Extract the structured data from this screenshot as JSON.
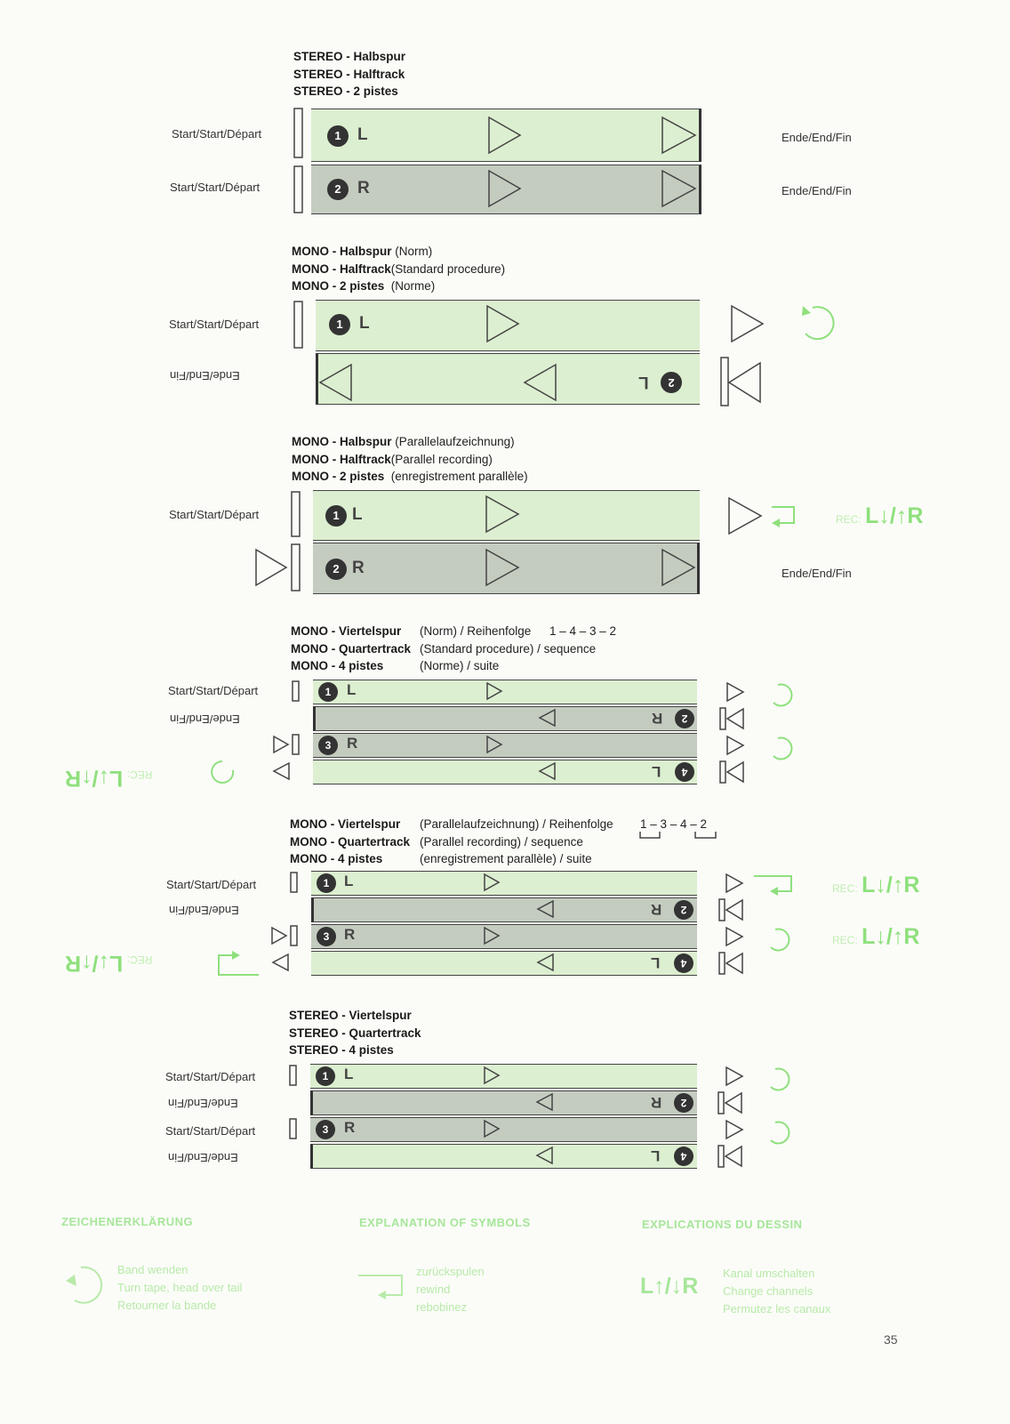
{
  "diagram1": {
    "line1_bold": "STEREO - Halbspur",
    "line2_bold": "STEREO - Halftrack",
    "line3_bold": "STEREO - 2 pistes",
    "start1": "Start/Start/Départ",
    "start2": "Start/Start/Départ",
    "end1": "Ende/End/Fin",
    "end2": "Ende/End/Fin",
    "n1": "1",
    "c1": "L",
    "n2": "2",
    "c2": "R"
  },
  "diagram2": {
    "line1_bold": "MONO - Halbspur",
    "line1_rest": "(Norm)",
    "line2_bold": "MONO - Halftrack",
    "line2_rest": "(Standard procedure)",
    "line3_bold": "MONO - 2 pistes",
    "line3_rest": "(Norme)",
    "start1": "Start/Start/Départ",
    "end2": "Ende/End/Fin",
    "n1": "1",
    "c1": "L",
    "n2": "2",
    "c2": "L"
  },
  "diagram3": {
    "line1_bold": "MONO - Halbspur",
    "line1_rest": "(Parallelaufzeichnung)",
    "line2_bold": "MONO - Halftrack",
    "line2_rest": "(Parallel recording)",
    "line3_bold": "MONO - 2 pistes",
    "line3_rest": "(enregistrement parallèle)",
    "start1": "Start/Start/Départ",
    "end2": "Ende/End/Fin",
    "n1": "1",
    "c1": "L",
    "n2": "2",
    "c2": "R",
    "rec_small": "REC:",
    "rec_big": "L↓/↑R"
  },
  "diagram4": {
    "line1_bold": "MONO - Viertelspur",
    "line1_rest": "(Norm) / Reihenfolge",
    "seq": "1 – 4 – 3 – 2",
    "line2_bold": "MONO - Quartertrack",
    "line2_rest": "(Standard procedure) / sequence",
    "line3_bold": "MONO - 4 pistes",
    "line3_rest": "(Norme) / suite",
    "start1": "Start/Start/Départ",
    "end2": "Ende/End/Fin",
    "n1": "1",
    "c1": "L",
    "n2": "2",
    "c2": "R",
    "n3": "3",
    "c3": "R",
    "n4": "4",
    "c4": "L",
    "rec_small": "REC:",
    "rec_big": "L↓/↑R"
  },
  "diagram5": {
    "line1_bold": "MONO - Viertelspur",
    "line1_rest": "(Parallelaufzeichnung) / Reihenfolge",
    "seq": "1 – 3 – 4 – 2",
    "line2_bold": "MONO - Quartertrack",
    "line2_rest": "(Parallel recording) / sequence",
    "line3_bold": "MONO - 4 pistes",
    "line3_rest": "(enregistrement parallèle) / suite",
    "start1": "Start/Start/Départ",
    "end2": "Ende/End/Fin",
    "n1": "1",
    "c1": "L",
    "n2": "2",
    "c2": "R",
    "n3": "3",
    "c3": "R",
    "n4": "4",
    "c4": "L",
    "rec_small": "REC:",
    "rec_big": "L↓/↑R",
    "rec_small2": "REC:",
    "rec_big2": "L↓/↑R",
    "rec_small3": "REC:",
    "rec_big3": "L↓/↑R"
  },
  "diagram6": {
    "line1_bold": "STEREO - Viertelspur",
    "line2_bold": "STEREO - Quartertrack",
    "line3_bold": "STEREO - 4 pistes",
    "start1": "Start/Start/Départ",
    "end2": "Ende/End/Fin",
    "start3": "Start/Start/Départ",
    "end4": "Ende/End/Fin",
    "n1": "1",
    "c1": "L",
    "n2": "2",
    "c2": "R",
    "n3": "3",
    "c3": "R",
    "n4": "4",
    "c4": "L"
  },
  "legend": {
    "h1": "ZEICHENERKLÄRUNG",
    "h2": "EXPLANATION OF SYMBOLS",
    "h3": "EXPLICATIONS DU DESSIN",
    "a1": "Band wenden",
    "a2": "Turn tape, head over tail",
    "a3": "Retourner la bande",
    "b1": "zurückspulen",
    "b2": "rewind",
    "b3": "rebobinez",
    "c_sym": "L↑/↓R",
    "c1": "Kanal umschalten",
    "c2": "Change channels",
    "c3": "Permutez les canaux"
  },
  "page_number": "35",
  "colors": {
    "light_band": "#dcefd0",
    "dark_band": "#c4ccc0",
    "accent_green": "#8fe07d"
  }
}
